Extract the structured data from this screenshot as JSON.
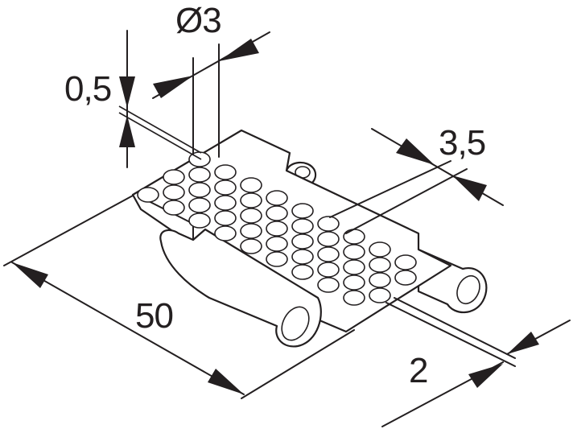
{
  "colors": {
    "line": "#231f20",
    "background": "#ffffff"
  },
  "dimensions": {
    "hole_diameter": "Ø3",
    "hole_offset": "0,5",
    "hole_pitch": "3,5",
    "width": "50",
    "thickness": "2"
  }
}
